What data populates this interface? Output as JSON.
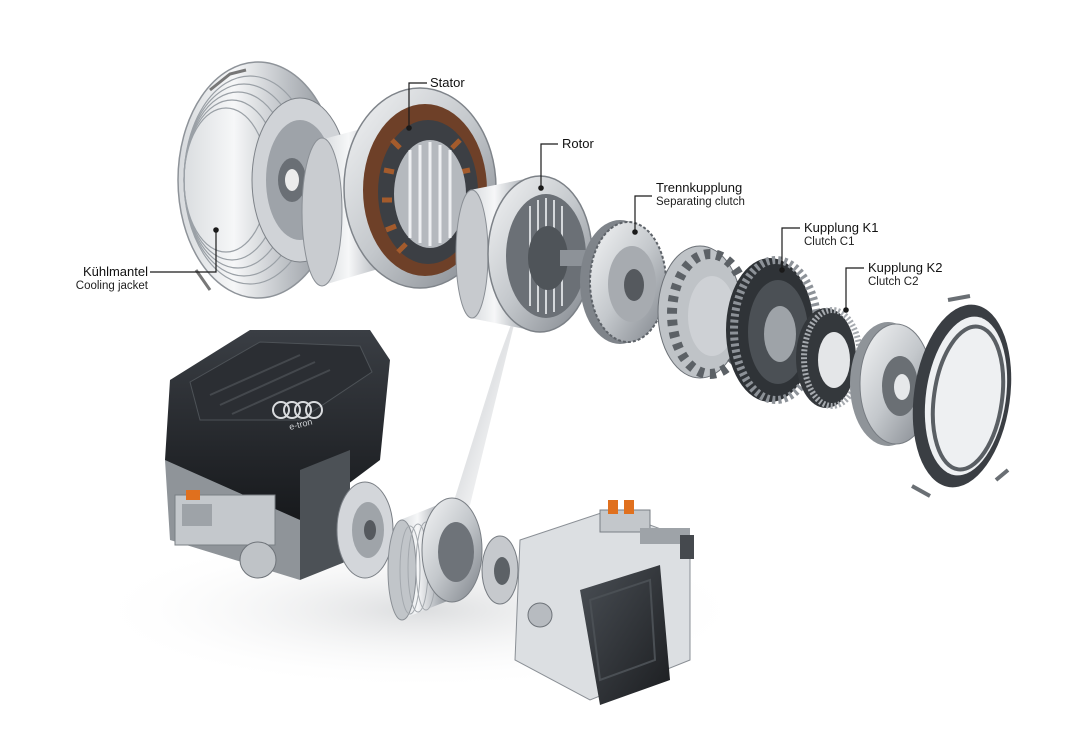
{
  "labels": {
    "stator": "Stator",
    "rotor": "Rotor",
    "trennkupplung": "Trennkupplung",
    "separating_clutch": "Separating clutch",
    "kupplung_k1": "Kupplung K1",
    "clutch_c1": "Clutch C1",
    "kupplung_k2": "Kupplung K2",
    "clutch_c2": "Clutch C2",
    "kuehlmantel": "Kühlmantel",
    "cooling_jacket": "Cooling jacket"
  },
  "logo_text": "e-tron",
  "colors": {
    "metal_light": "#e4e6e8",
    "metal_mid": "#a9adb2",
    "metal_dark": "#5d6268",
    "copper": "#8a4a24",
    "engine_black": "#26292d",
    "orange_accent": "#e0701e",
    "leader_line": "#1a1a1a"
  }
}
